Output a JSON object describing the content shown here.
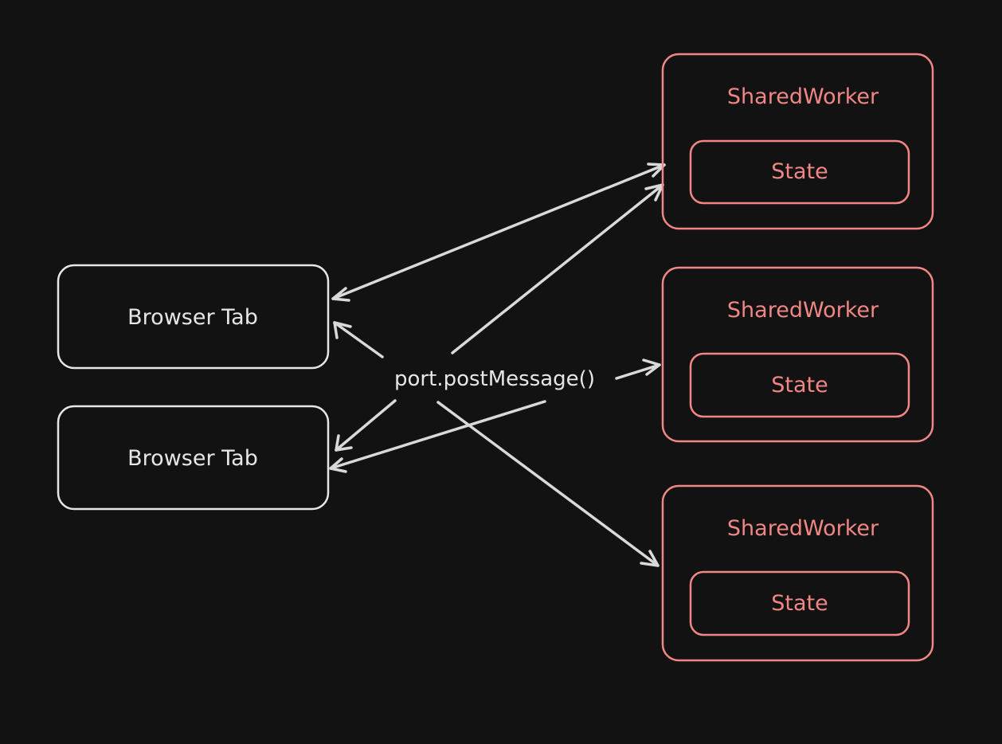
{
  "diagram": {
    "browser_tabs": [
      {
        "label": "Browser Tab"
      },
      {
        "label": "Browser Tab"
      }
    ],
    "shared_workers": [
      {
        "label": "SharedWorker",
        "state_label": "State"
      },
      {
        "label": "SharedWorker",
        "state_label": "State"
      },
      {
        "label": "SharedWorker",
        "state_label": "State"
      }
    ],
    "edge_label": "port.postMessage()",
    "colors": {
      "background": "#121212",
      "tab": "#e6e6e6",
      "worker": "#f08784",
      "arrow": "#d9d9d9"
    }
  }
}
